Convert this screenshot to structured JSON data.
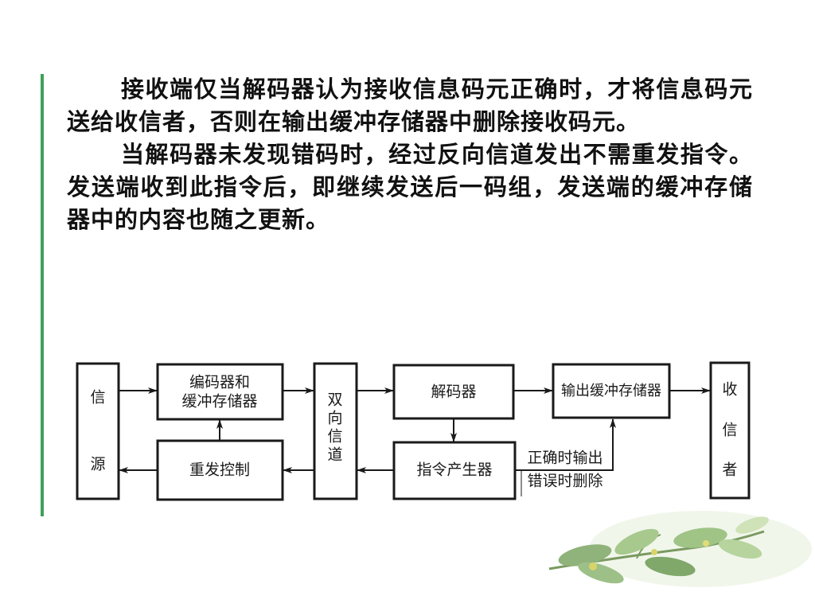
{
  "paragraphs": [
    "接收端仅当解码器认为接收信息码元正确时，才将信息码元送给收信者，否则在输出缓冲存储器中删除接收码元。",
    "当解码器未发现错码时，经过反向信道发出不需重发指令。发送端收到此指令后，即继续发送后一码组，发送端的缓冲存储器中的内容也随之更新。"
  ],
  "diagram": {
    "source": [
      "信",
      "源"
    ],
    "encoder": [
      "编码器和",
      "缓冲存储器"
    ],
    "retransmit": "重发控制",
    "channel": [
      "双",
      "向",
      "信",
      "道"
    ],
    "decoder": "解码器",
    "command": "指令产生器",
    "output_buffer": "输出缓冲存储器",
    "receiver": [
      "收",
      "信",
      "者"
    ],
    "note": [
      "正确时输出",
      "错误时删除"
    ]
  },
  "colors": {
    "accent": "#3fa05a",
    "line": "#1a1a1a"
  },
  "decoration": "green-leaf-branch"
}
